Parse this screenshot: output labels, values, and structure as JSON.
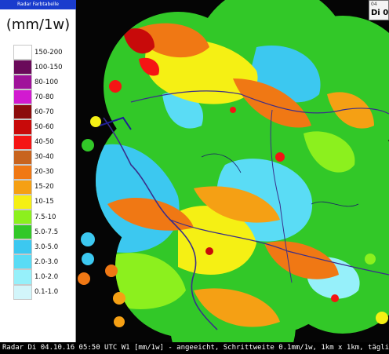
{
  "legend": {
    "header": "Radar Farbtabelle",
    "unit": "(mm/1w)",
    "ranges": [
      {
        "label": "150-200",
        "color": "#ffffff"
      },
      {
        "label": "100-150",
        "color": "#6a0a5a"
      },
      {
        "label": "80-100",
        "color": "#a0129a"
      },
      {
        "label": "70-80",
        "color": "#d21ad0"
      },
      {
        "label": "60-70",
        "color": "#8c0c0c"
      },
      {
        "label": "50-60",
        "color": "#c80a0a"
      },
      {
        "label": "40-50",
        "color": "#f51414"
      },
      {
        "label": "30-40",
        "color": "#c8641e"
      },
      {
        "label": "20-30",
        "color": "#f07814"
      },
      {
        "label": "15-20",
        "color": "#f5a014"
      },
      {
        "label": "10-15",
        "color": "#f5f014"
      },
      {
        "label": "7.5-10",
        "color": "#8cf01e"
      },
      {
        "label": "5.0-7.5",
        "color": "#32c828"
      },
      {
        "label": "3.0-5.0",
        "color": "#3cc8f0"
      },
      {
        "label": "2.0-3.0",
        "color": "#5adcf5"
      },
      {
        "label": "1.0-2.0",
        "color": "#96f0fa"
      },
      {
        "label": "0.1-1.0",
        "color": "#d2f5fa"
      }
    ]
  },
  "info_box": {
    "top": "04",
    "main": "Di 0"
  },
  "caption": "Radar  Di 04.10.16 05:50 UTC W1 [mm/1w] - angeeicht, Schrittweite 0.1mm/1w, 1km x 1km, täglich (c",
  "colors": {
    "background": "#050505",
    "border_line": "#3a2e8a",
    "coast_line": "#1e1e96"
  }
}
